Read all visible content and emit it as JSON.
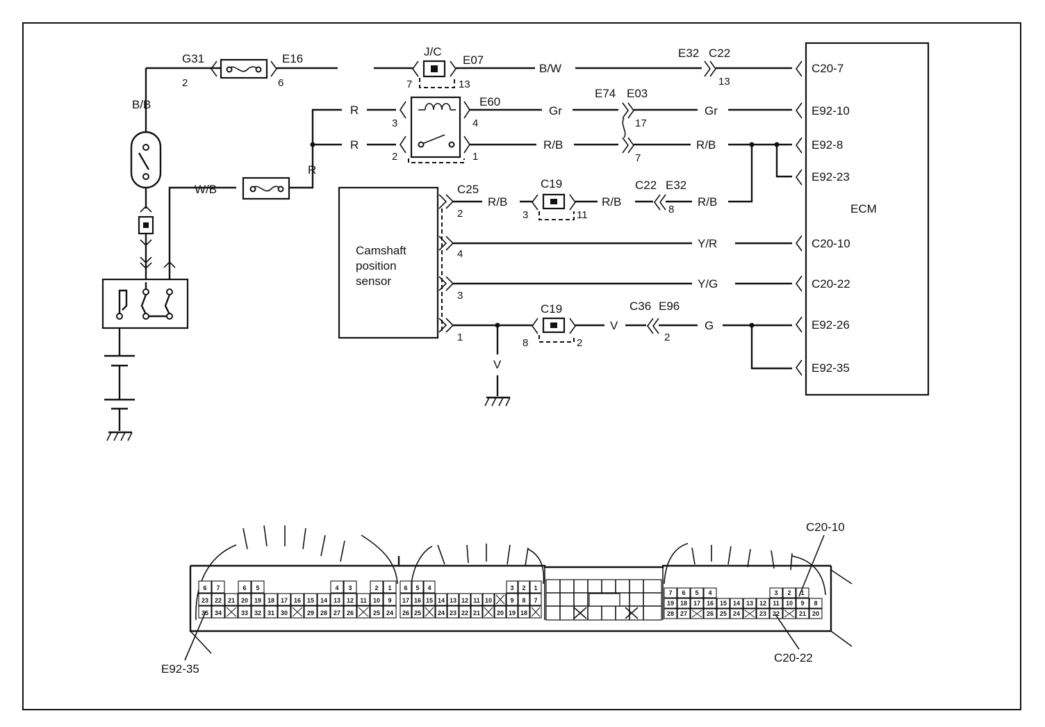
{
  "diagram": {
    "ecm_label": "ECM",
    "sensor_label": [
      "Camshaft",
      "position",
      "sensor"
    ],
    "ecm_pins": [
      "C20-7",
      "E92-10",
      "E92-8",
      "E92-23",
      "C20-10",
      "C20-22",
      "E92-26",
      "E92-35"
    ],
    "connectors": {
      "g31": "G31",
      "e16": "E16",
      "jc": "J/C",
      "e07": "E07",
      "e32_top": "E32",
      "c22_top": "C22",
      "e60": "E60",
      "e74": "E74",
      "e03": "E03",
      "c25": "C25",
      "c19_a": "C19",
      "c22_mid": "C22",
      "e32_mid": "E32",
      "c19_b": "C19",
      "c36": "C36",
      "e96": "E96"
    },
    "wires": {
      "bb": "B/B",
      "bw": "B/W",
      "r1": "R",
      "r2": "R",
      "r3": "R",
      "gr1": "Gr",
      "gr2": "Gr",
      "rb1": "R/B",
      "rb2": "R/B",
      "rb3": "R/B",
      "rb4": "R/B",
      "rb5": "R/B",
      "wb": "W/B",
      "yr": "Y/R",
      "yg": "Y/G",
      "v1": "V",
      "v2": "V",
      "g": "G"
    },
    "pins": {
      "p2": "2",
      "p6": "6",
      "p7": "7",
      "p13": "13",
      "p13b": "13",
      "p3": "3",
      "p4": "4",
      "p2b": "2",
      "p1": "1",
      "p17": "17",
      "p7b": "7",
      "c25_2": "2",
      "c19_3": "3",
      "c19_11": "11",
      "e32_8": "8",
      "s4": "4",
      "s3": "3",
      "s1": "1",
      "c19_8": "8",
      "c19_2": "2",
      "e96_2": "2"
    }
  },
  "connector_view": {
    "callouts": [
      "C20-10",
      "E92-35",
      "C20-22"
    ],
    "left_rows": [
      [
        "6",
        "7",
        "",
        "6",
        "5",
        "",
        "",
        "",
        "",
        "",
        "4",
        "3",
        "",
        "2",
        "1"
      ],
      [
        "23",
        "22",
        "21",
        "20",
        "19",
        "18",
        "17",
        "16",
        "15",
        "14",
        "13",
        "12",
        "11",
        "10",
        "9"
      ],
      [
        "35",
        "34",
        "",
        "33",
        "32",
        "31",
        "30",
        "",
        "29",
        "28",
        "27",
        "26",
        "",
        "25",
        "24"
      ]
    ],
    "mid_rows": [
      [
        "6",
        "5",
        "4",
        "",
        "",
        "",
        "",
        "",
        "",
        "3",
        "2",
        "1"
      ],
      [
        "17",
        "16",
        "15",
        "14",
        "13",
        "12",
        "11",
        "10",
        "",
        "9",
        "8",
        "7"
      ],
      [
        "26",
        "25",
        "",
        "24",
        "23",
        "22",
        "21",
        "",
        "20",
        "19",
        "18",
        ""
      ]
    ],
    "right_rows": [
      [
        "7",
        "6",
        "5",
        "4",
        "",
        "",
        "",
        "",
        "3",
        "2",
        "1"
      ],
      [
        "19",
        "18",
        "17",
        "16",
        "15",
        "14",
        "13",
        "12",
        "11",
        "10",
        "9",
        "8"
      ],
      [
        "28",
        "27",
        "",
        "26",
        "25",
        "24",
        "",
        "23",
        "22",
        "",
        "21",
        "20"
      ]
    ]
  }
}
